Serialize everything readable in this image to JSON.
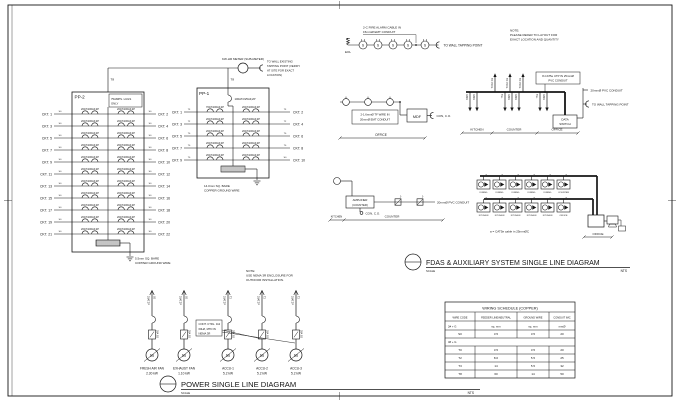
{
  "pp2": {
    "name": "PP-2",
    "note_line1": "75AMPS. LUGS",
    "note_line2": "ONLY",
    "breaker_label": "20AT/100AF,2P",
    "wire_tag": "S0",
    "feeder_tag": "T8",
    "left_ckts": [
      "CKT. 1",
      "CKT. 3",
      "CKT. 5",
      "CKT. 7",
      "CKT. 9",
      "CKT. 11",
      "CKT. 13",
      "CKT. 15",
      "CKT. 17",
      "CKT. 19",
      "CKT. 21"
    ],
    "right_ckts": [
      "CKT. 2",
      "CKT. 4",
      "CKT. 6",
      "CKT. 8",
      "CKT. 10",
      "CKT. 12",
      "CKT. 14",
      "CKT. 16",
      "CKT. 18",
      "CKT. 20",
      "CKT. 22"
    ],
    "ground_note_line1": "5.5mm SQ. BARE",
    "ground_note_line2": "COPPER GROUND WIRE"
  },
  "pp1": {
    "name": "PP-1",
    "main_breaker": "100AT/225AF,2P",
    "first_breaker": "70AT/100AF,2P",
    "breaker_label": "20AT/100AF,2P",
    "feeder_tag": "T8",
    "left_ckts": [
      "CKT. 1",
      "CKT. 3",
      "CKT. 5",
      "CKT. 7",
      "CKT. 9"
    ],
    "right_ckts": [
      "CKT. 2",
      "CKT. 4",
      "CKT. 6",
      "CKT. 8",
      "CKT. 10"
    ],
    "left_tags": [
      "T3",
      "T2",
      "T0",
      "T0",
      "T0"
    ],
    "right_tags": [
      "T3",
      "T2",
      "T0",
      "T0",
      "S0"
    ],
    "ground_note_line1": "14.0mm SQ. BARE",
    "ground_note_line2": "COPPER GROUND WIRE"
  },
  "meter": {
    "label": "KW-HR METER (SUB-METER)",
    "symbol": "M",
    "tap_lines": [
      "TO WALL EXISTING",
      "TAPPING POINT (VERIFY",
      "AT SITE FOR EXACT",
      "LOCATION)"
    ]
  },
  "power_sld": {
    "note_lines": [
      "NOTE:",
      "USE NEMA 3R ENCLOSURE FOR",
      "OUTDOOR INSTALLATION."
    ],
    "ctrl_note_lines": [
      "CONT. CTRL. 3x2",
      "60HZ, MTD IN",
      "NEMA 3R"
    ],
    "branch_breaker": "20AT,2P",
    "switch_label": "30A SS",
    "motor_symbol": "M",
    "branches": [
      {
        "tag": "S0",
        "load": "FRESH AIR FAN",
        "kw": "2.30 kW"
      },
      {
        "tag": "S0",
        "load": "EXHAUST FAN",
        "kw": "1.10 kW"
      },
      {
        "tag": "T2",
        "load": "ACCU-1",
        "kw": "5.2 kW"
      },
      {
        "tag": "T2",
        "load": "ACCU-2",
        "kw": "5.2 kW"
      },
      {
        "tag": "T2",
        "load": "ACCU-3",
        "kw": "5.2 kW"
      }
    ],
    "title": {
      "num": "1",
      "sheet": "E-2",
      "text": "POWER SINGLE LINE DIAGRAM",
      "scale_label": "SCALE",
      "scale_value": "NTS"
    }
  },
  "fdas": {
    "cable_note_lines": [
      "2-C FIRE ALARM CABLE IN",
      "15mmØ EMT CONDUIT"
    ],
    "eol_label": "EOL",
    "detector_letter": "S",
    "tap_label": "TO WALL TAPPING POINT",
    "note_lines": [
      "NOTE:",
      "PLEASE REFER TO LAYOUT FOR",
      "EXACT LOCATION AND QUANTITY"
    ]
  },
  "tel_data": {
    "wire_note_lines": [
      "2-1.6mmØ TF WIRE IN",
      "20mmØ EMT CONDUIT"
    ],
    "mdf_label": "MDF",
    "con_label": "CON, C.O.",
    "office_label": "OFFICE",
    "pos_label": "TO P.O.S.",
    "utp_note_lines": [
      "8-CAT5e UTP IN 25mmØ",
      "PVC CONDUIT"
    ],
    "conduit_label": "20mmØ PVC CONDUIT",
    "tap_label": "TO WALL TAPPING POINT",
    "switch_line1": "DATA",
    "switch_line2": "SWITCH",
    "device_tags": [
      "DATA",
      "DATA",
      "TEL",
      "DATA",
      "DATA",
      "TEL",
      "DATA"
    ],
    "dim_kitchen": "KITCHEN",
    "dim_counter": "COUNTER",
    "dim_office": "OFFICE"
  },
  "pa": {
    "amp_line1": "AMPLIFIER",
    "amp_line2": "(COUNTER)",
    "con_label": "CON, C.O.",
    "conduit_label": "20mmØ PVC CONDUIT",
    "speaker_symbol": "♪",
    "dim_kitchen": "KITCHEN",
    "dim_counter": "COUNTER"
  },
  "cctv": {
    "row1_labels": [
      "DINING",
      "DINING",
      "DINING",
      "DINING",
      "DINING",
      "COUNTER"
    ],
    "row2_labels": [
      "KITCHEN",
      "KITCHEN",
      "KITCHEN",
      "KITCHEN",
      "KITCHEN",
      "OFFICE"
    ],
    "drop_tag": "a",
    "note": "a = CAT5e cable in 25mmØC",
    "office_label": "OFFICE"
  },
  "aux_title": {
    "num": "2",
    "sheet": "E-2",
    "text": "FDAS & AUXILIARY SYSTEM SINGLE LINE DIAGRAM",
    "scale_label": "SCALE",
    "scale_value": "NTS"
  },
  "wiring_schedule": {
    "title": "WIRING SCHEDULE (COPPER)",
    "headers": [
      "WIRE CODE",
      "FEEDER LINE/NEUTRAL",
      "GROUND WIRE",
      "CONDUIT IMC"
    ],
    "subheader": [
      "2# + G",
      "sq. mm",
      "sq. mm",
      "mmØ"
    ],
    "rows": [
      [
        "S0",
        "3.5",
        "3.5",
        "20"
      ],
      [
        "3# + G",
        "",
        "",
        ""
      ],
      [
        "T0",
        "3.5",
        "3.5",
        "20"
      ],
      [
        "T2",
        "8.0",
        "5.5",
        "25"
      ],
      [
        "T3",
        "14",
        "5.5",
        "32"
      ],
      [
        "T8",
        "60",
        "14",
        "50"
      ]
    ]
  }
}
